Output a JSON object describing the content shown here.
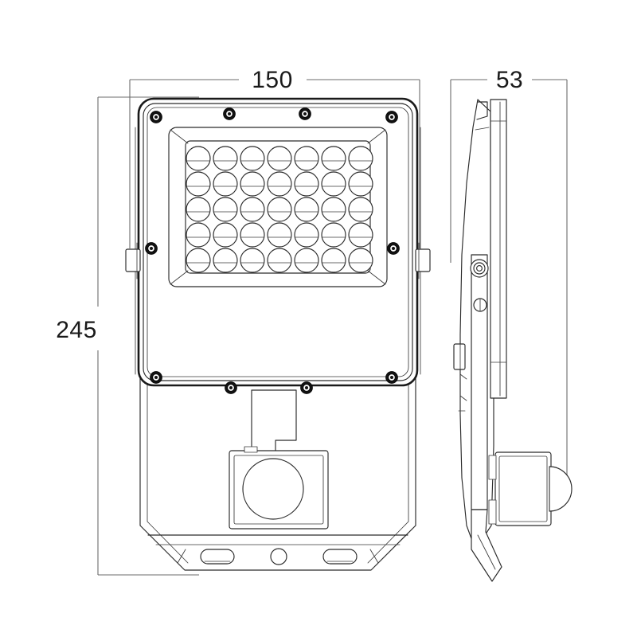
{
  "drawing": {
    "title": "LED Floodlight with PIR Sensor - Dimensional Drawing",
    "background_color": "#ffffff",
    "line_color": "#1a1a1a",
    "dimension_line_color": "#6b6b6b",
    "units": "mm",
    "projection": "front-view-and-side-view"
  },
  "dimensions": {
    "width": {
      "label": "150",
      "value": 150,
      "axis": "horizontal",
      "view": "front",
      "position": "top"
    },
    "height": {
      "label": "245",
      "value": 245,
      "axis": "vertical",
      "view": "front",
      "position": "left"
    },
    "depth": {
      "label": "53",
      "value": 53,
      "axis": "horizontal",
      "view": "side",
      "position": "top"
    }
  },
  "front_view": {
    "name": "front-view",
    "housing": {
      "name": "housing-body",
      "corner_radius": 18
    },
    "lens_frame": {
      "name": "lens-frame",
      "bezel": true
    },
    "led_array": {
      "name": "led-array",
      "columns": 7,
      "rows": 5,
      "total": 35,
      "led_style": "circle-with-chord"
    },
    "screws": {
      "name": "housing-screws",
      "count_top": 4,
      "count_bottom": 4,
      "count_side": 2,
      "total": 10
    },
    "side_tabs": {
      "name": "mounting-tabs",
      "count": 2
    },
    "pir_sensor": {
      "name": "pir-sensor-module",
      "shape": "square-with-round-lens"
    },
    "base_bracket": {
      "name": "base-mounting-bracket",
      "slot_count": 2,
      "hole_count": 1
    }
  },
  "side_view": {
    "name": "side-view",
    "profile": "tapered-wedge",
    "bracket": {
      "name": "mounting-bracket-arm",
      "pivot_bolt": true,
      "adjust_screw": true
    },
    "pir_sensor": {
      "name": "pir-sensor-side",
      "shape": "box-with-dome-lens"
    },
    "cable_gland": {
      "name": "cable-gland-tab"
    }
  }
}
